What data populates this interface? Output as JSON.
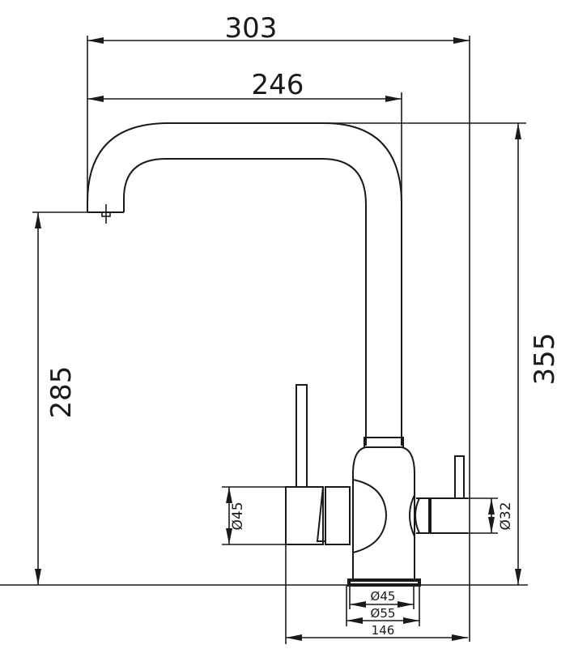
{
  "title": "Kitchen faucet dimension drawing",
  "dimensions": {
    "overall_reach": "303",
    "spout_reach": "246",
    "overall_height": "355",
    "spout_height": "285",
    "left_handle_diameter": "Ø45",
    "right_handle_diameter": "Ø32",
    "body_diameter": "Ø45",
    "base_diameter": "Ø55",
    "handle_span": "146"
  },
  "colors": {
    "line": "#1a1a1a",
    "background": "#ffffff"
  }
}
